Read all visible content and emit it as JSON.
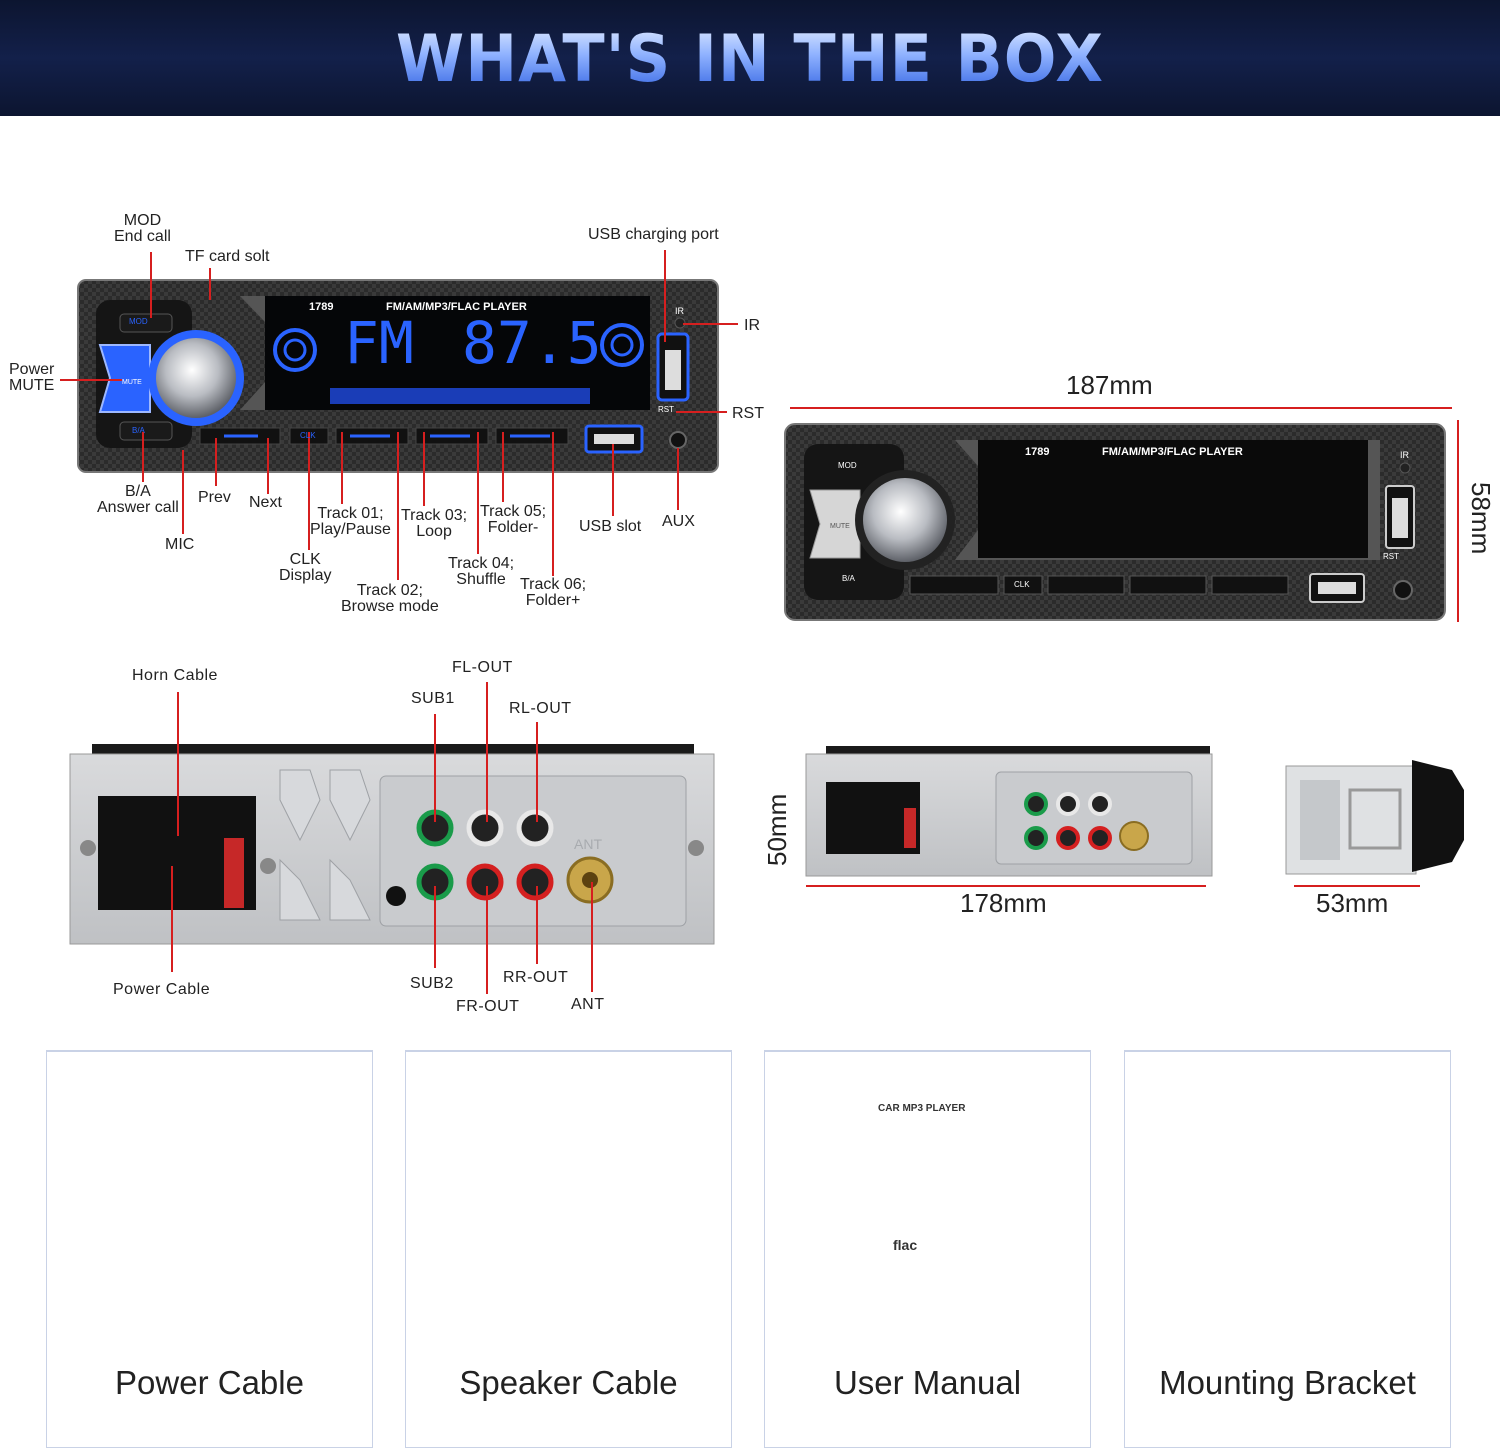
{
  "banner": {
    "title": "WHAT'S IN THE BOX"
  },
  "front_panel": {
    "model": "1789",
    "display_title": "FM/AM/MP3/FLAC  PLAYER",
    "display_band": "FM",
    "display_freq": "87.5",
    "btn_mod": "MOD",
    "btn_ba": "B/A",
    "btn_mute": "MUTE",
    "btn_clk": "CLK",
    "ir": "IR",
    "rst": "RST",
    "labels": {
      "mod": "MOD\nEnd call",
      "tf": "TF card solt",
      "usb_charging": "USB charging port",
      "ir": "IR",
      "power": "Power\nMUTE",
      "rst": "RST",
      "ba": "B/A\nAnswer call",
      "mic": "MIC",
      "prev": "Prev",
      "next": "Next",
      "clk": "CLK\nDisplay",
      "track01": "Track 01;\nPlay/Pause",
      "track02": "Track 02;\nBrowse mode",
      "track03": "Track 03;\nLoop",
      "track04": "Track 04;\nShuffle",
      "track05": "Track 05;\nFolder-",
      "track06": "Track 06;\nFolder+",
      "usb_slot": "USB slot",
      "aux": "AUX"
    }
  },
  "dimensions": {
    "width": "187mm",
    "height": "58mm",
    "rear_height": "50mm",
    "rear_width": "178mm",
    "depth": "53mm"
  },
  "rear_panel": {
    "labels": {
      "horn": "Horn Cable",
      "power": "Power Cable",
      "fl": "FL-OUT",
      "sub1": "SUB1",
      "rl": "RL-OUT",
      "sub2": "SUB2",
      "fr": "FR-OUT",
      "rr": "RR-OUT",
      "ant": "ANT",
      "ant_mark": "ANT"
    }
  },
  "box_items": [
    {
      "name": "Power Cable"
    },
    {
      "name": "Speaker Cable"
    },
    {
      "name": "User Manual",
      "cover_title": "CAR MP3 PLAYER",
      "flac": "flac"
    },
    {
      "name": "Mounting Bracket"
    }
  ],
  "colors": {
    "accent": "#2a63ff",
    "leader": "#d61f1f",
    "banner": "#0f1a3d",
    "rca_green": "#1a9b4a",
    "rca_red": "#d42020",
    "rca_white": "#e8e8e8"
  }
}
